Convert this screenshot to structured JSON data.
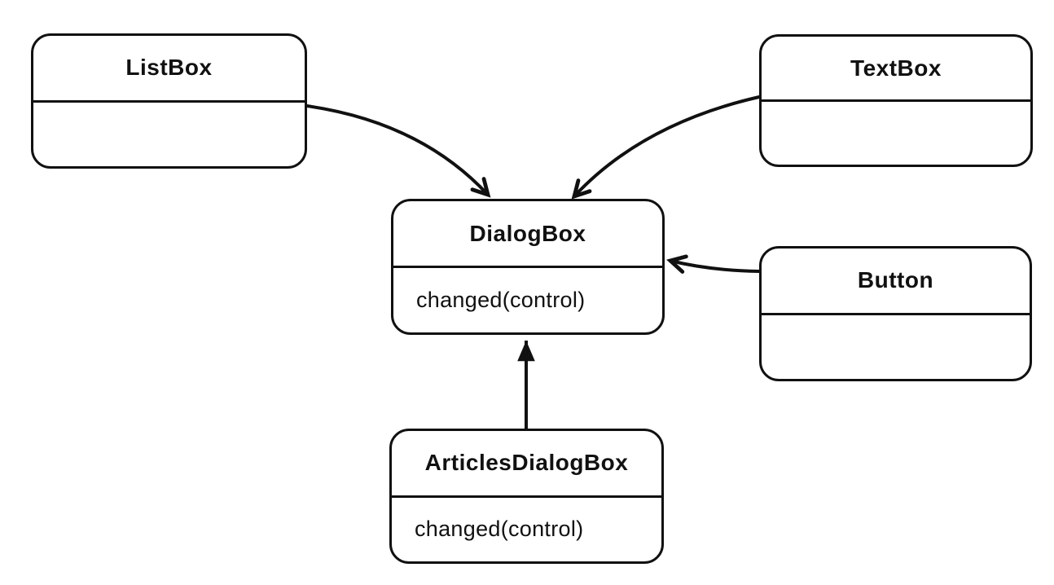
{
  "diagram": {
    "type": "uml-class-diagram",
    "background_color": "#ffffff",
    "stroke_color": "#111111",
    "nodes": {
      "listbox": {
        "title": "ListBox",
        "method": ""
      },
      "textbox": {
        "title": "TextBox",
        "method": ""
      },
      "dialogbox": {
        "title": "DialogBox",
        "method": "changed(control)"
      },
      "button": {
        "title": "Button",
        "method": ""
      },
      "articlesdialogbox": {
        "title": "ArticlesDialogBox",
        "method": "changed(control)"
      }
    },
    "edges": [
      {
        "from": "ListBox",
        "to": "DialogBox",
        "arrowhead": "open-chevron",
        "shape": "curved"
      },
      {
        "from": "TextBox",
        "to": "DialogBox",
        "arrowhead": "open-chevron",
        "shape": "curved"
      },
      {
        "from": "Button",
        "to": "DialogBox",
        "arrowhead": "open-chevron",
        "shape": "curved"
      },
      {
        "from": "ArticlesDialogBox",
        "to": "DialogBox",
        "arrowhead": "filled-triangle",
        "shape": "straight-vertical"
      }
    ]
  }
}
